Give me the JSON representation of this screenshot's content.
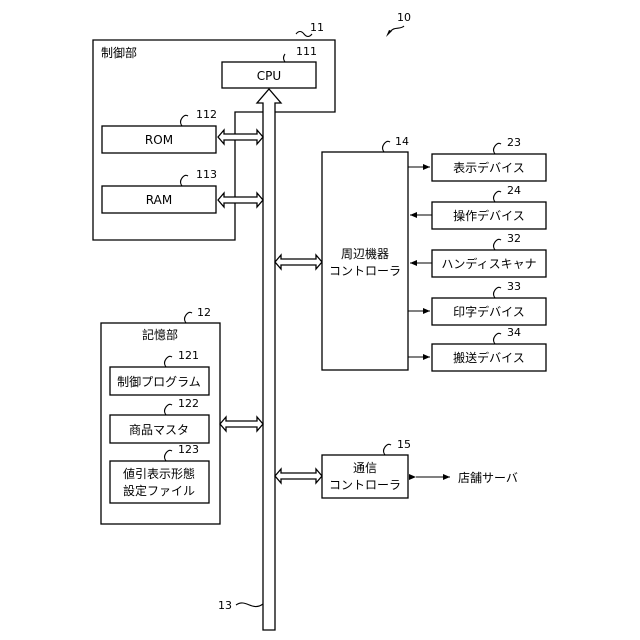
{
  "refs": {
    "system": "10",
    "control": "11",
    "cpu": "111",
    "rom": "112",
    "ram": "113",
    "storage": "12",
    "program": "121",
    "master": "122",
    "file": "123",
    "bus": "13",
    "peripheral": "14",
    "comm": "15",
    "display": "23",
    "operate": "24",
    "handy": "32",
    "print": "33",
    "carry": "34"
  },
  "labels": {
    "control": "制御部",
    "cpu": "CPU",
    "rom": "ROM",
    "ram": "RAM",
    "storage": "記憶部",
    "program": "制御プログラム",
    "master": "商品マスタ",
    "file_line1": "値引表示形態",
    "file_line2": "設定ファイル",
    "peripheral_line1": "周辺機器",
    "peripheral_line2": "コントローラ",
    "display": "表示デバイス",
    "operate": "操作デバイス",
    "handy": "ハンディスキャナ",
    "print": "印字デバイス",
    "carry": "搬送デバイス",
    "comm_line1": "通信",
    "comm_line2": "コントローラ",
    "server": "店舗サーバ"
  }
}
